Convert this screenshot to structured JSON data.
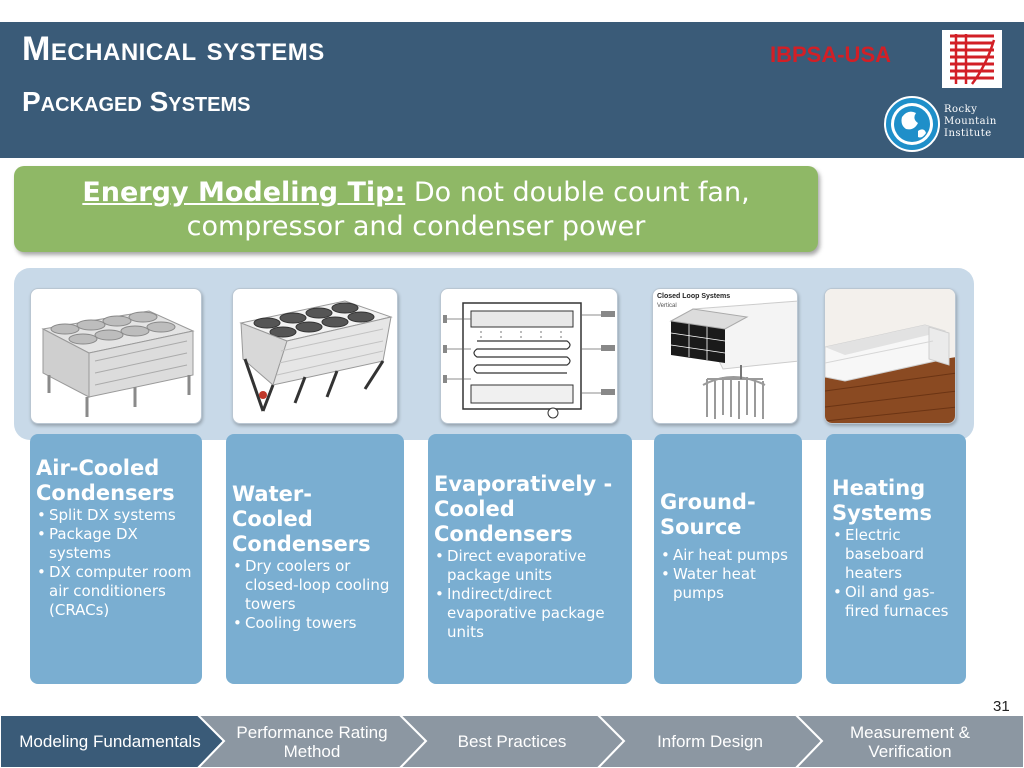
{
  "header": {
    "title": "Mechanical systems",
    "subtitle": "Packaged Systems",
    "logo_text": "IBPSA-USA",
    "rmi_logo": "Rocky Mountain Institute",
    "rmi_lines": [
      "Rocky",
      "Mountain",
      "Institute"
    ]
  },
  "tip": {
    "label": "Energy Modeling Tip:",
    "text": " Do not double count fan, compressor and condenser power"
  },
  "images": {
    "closed_loop_title": "Closed Loop Systems",
    "closed_loop_sub": "Vertical"
  },
  "categories": [
    {
      "title": "Air-Cooled Condensers",
      "items": [
        "Split DX systems",
        "Package DX systems",
        "DX computer room air conditioners (CRACs)"
      ]
    },
    {
      "title": "Water-Cooled Condensers",
      "items": [
        "Dry coolers or closed-loop cooling towers",
        "Cooling towers"
      ]
    },
    {
      "title": "Evaporatively -Cooled Condensers",
      "items": [
        "Direct evaporative package units",
        "Indirect/direct evaporative package units"
      ]
    },
    {
      "title": "Ground-Source",
      "items": [
        "Air heat pumps",
        "Water heat pumps"
      ]
    },
    {
      "title": "Heating Systems",
      "items": [
        "Electric baseboard heaters",
        "Oil and gas-fired furnaces"
      ]
    }
  ],
  "page_number": "31",
  "nav": {
    "items": [
      {
        "label": "Modeling Fundamentals",
        "active": true
      },
      {
        "label": "Performance Rating Method",
        "active": false
      },
      {
        "label": "Best Practices",
        "active": false
      },
      {
        "label": "Inform Design",
        "active": false
      },
      {
        "label": "Measurement & Verification",
        "active": false
      }
    ]
  },
  "colors": {
    "header_bg": "#3a5b78",
    "tip_bg": "#8fb866",
    "category_bg": "#7aaed1",
    "band_bg": "#c8d9e8",
    "nav_active": "#3a5b78",
    "nav_inactive": "#8c97a2",
    "logo_red": "#d21f26"
  }
}
